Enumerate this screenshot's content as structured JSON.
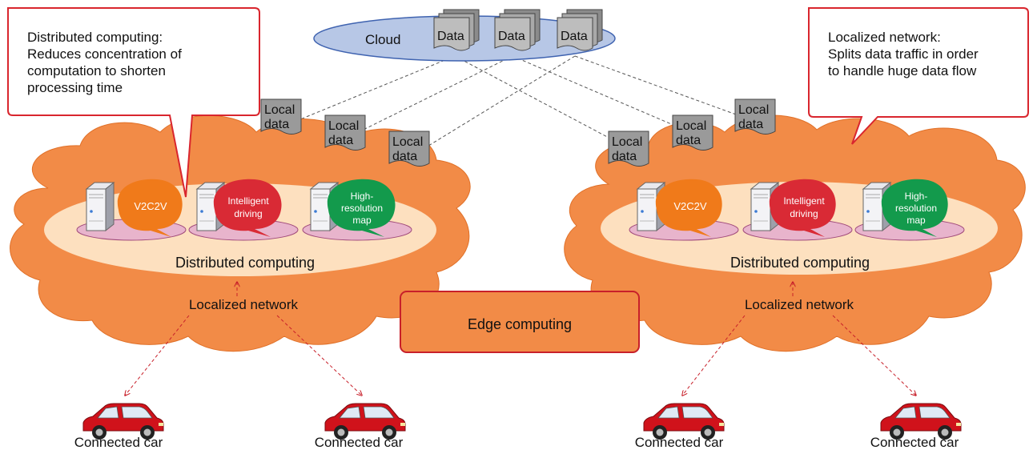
{
  "cloud": {
    "label": "Cloud",
    "doc_label": "Data"
  },
  "local_data_label": [
    "Local",
    "data"
  ],
  "services": {
    "v2c2v": "V2C2V",
    "intelligent": [
      "Intelligent",
      "driving"
    ],
    "hires": [
      "High-",
      "resolution",
      "map"
    ]
  },
  "distributed_label": "Distributed computing",
  "localized_label": "Localized network",
  "edge_label": "Edge computing",
  "car_label": "Connected car",
  "callout_left": "Distributed computing:\nReduces concentration of\ncomputation to shorten\nprocessing time",
  "callout_right": "Localized network:\nSplits data traffic in order\nto handle huge data flow",
  "colors": {
    "cloud_fill": "#b7c7e6",
    "cloud_stroke": "#3f63b0",
    "orange_cloud": "#f28b47",
    "inner_ellipse": "#fde0bf",
    "pink_base": "#e8b4cc",
    "v2c2v": "#f07a1a",
    "intelligent": "#d92a35",
    "hires": "#139a4c",
    "callout_border": "#d9262e",
    "car_red": "#d0121b",
    "doc_grey": "#9a9a9a"
  }
}
